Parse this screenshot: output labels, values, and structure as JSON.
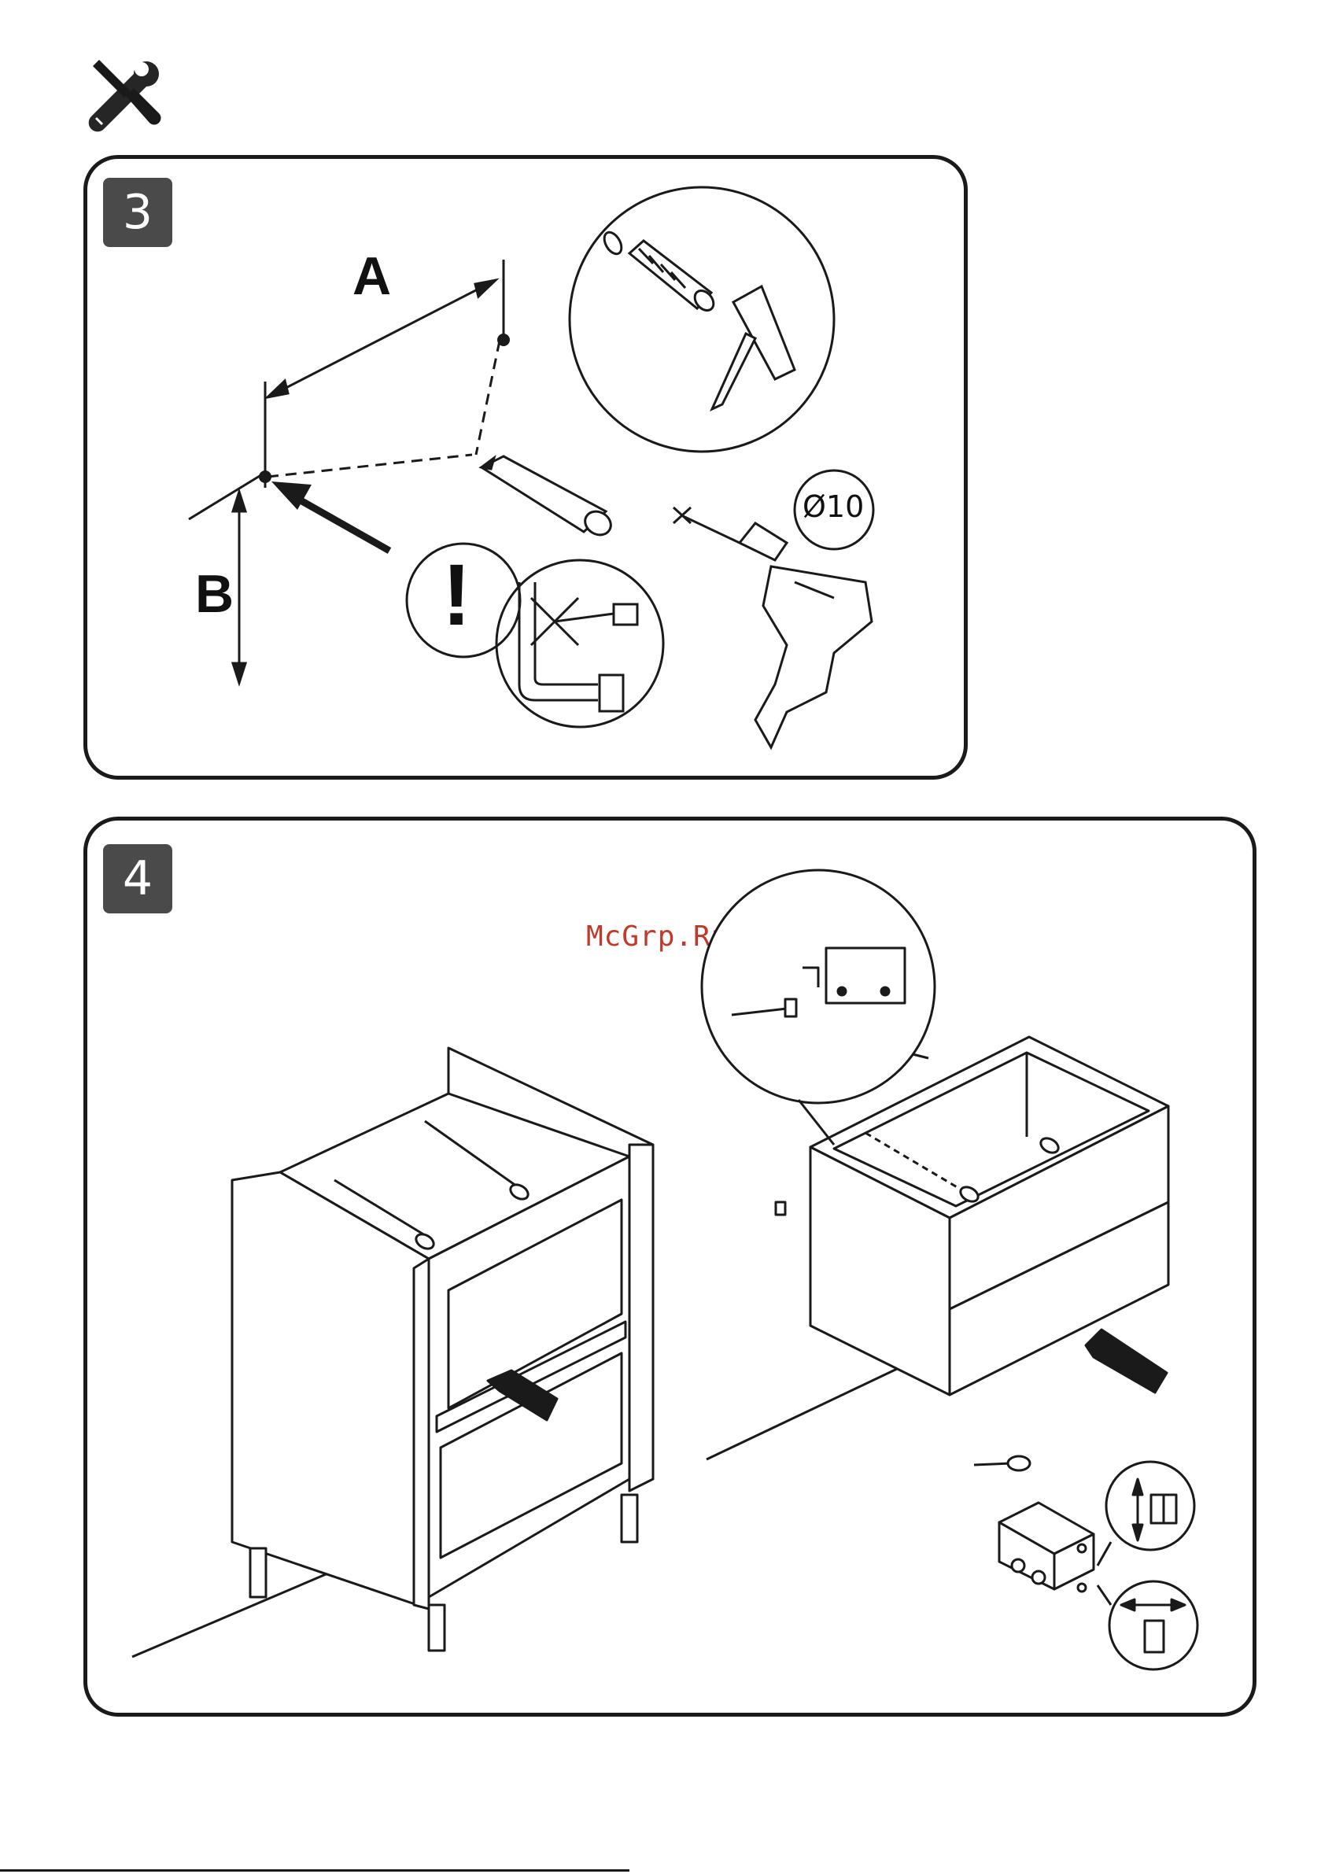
{
  "header": {
    "icon": "tools-icon"
  },
  "step3": {
    "number": "3",
    "label_a": "A",
    "label_b": "B",
    "drill_diameter": "Ø10",
    "warning_mark": "!"
  },
  "step4": {
    "number": "4"
  },
  "watermark": "McGrp.Ru"
}
